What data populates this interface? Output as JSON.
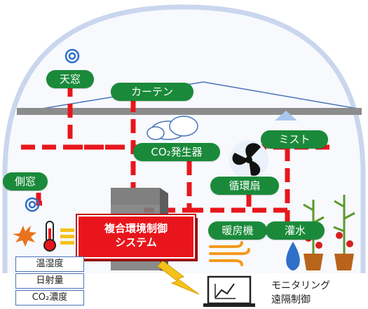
{
  "labels": {
    "skylight": "天窓",
    "curtain": "カーテン",
    "side_window": "側窓",
    "co2_generator": "CO₂発生器",
    "mist": "ミスト",
    "circulation_fan": "循環扇",
    "heater": "暖房機",
    "irrigation": "灌水"
  },
  "controller": {
    "line1": "複合環境制御",
    "line2": "システム"
  },
  "sensors": [
    "温湿度",
    "日射量",
    "CO₂濃度"
  ],
  "remote": {
    "line1": "モニタリング",
    "line2": "遠隔制御"
  },
  "colors": {
    "link": "#e8161c",
    "pill": "#1a8a3a",
    "house": "#c9d6ee"
  }
}
